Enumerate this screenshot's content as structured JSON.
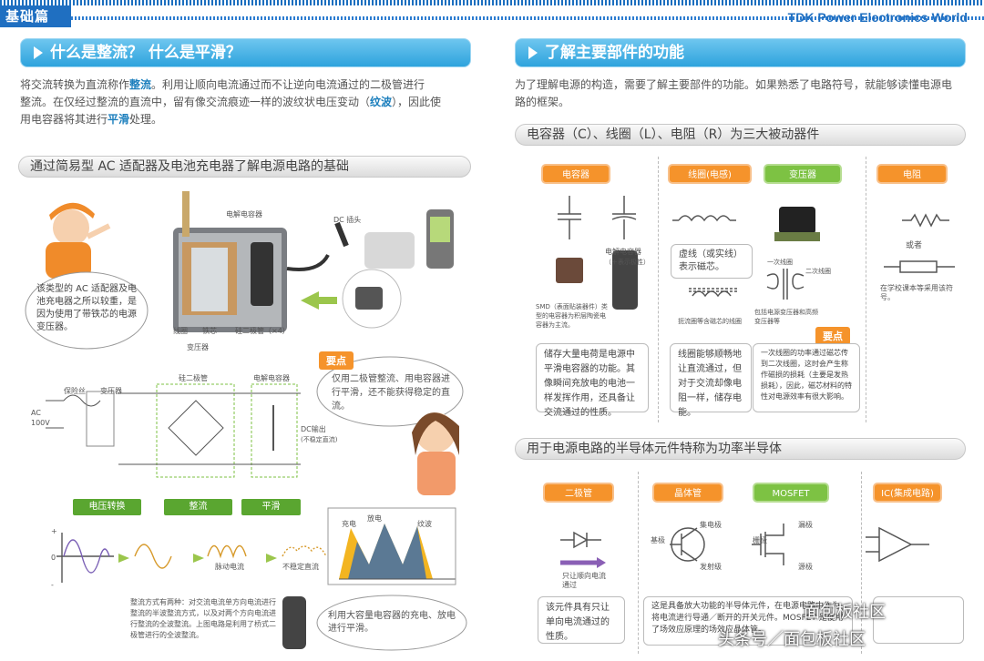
{
  "header": {
    "section": "基础篇",
    "brand": "TDK Power Electronics World"
  },
  "left": {
    "title": "什么是整流？ 什么是平滑？",
    "intro_1a": "将交流转换为直流称作",
    "intro_1b": "整流",
    "intro_1c": "。利用让顺向电流通过而不让逆向电流通过的二极管进行",
    "intro_2a": "整流。在仅经过整流的直流中，留有像交流痕迹一样的波纹状电压变动（",
    "intro_2b": "纹波",
    "intro_2c": "），因此使",
    "intro_3a": "用电容器将其进行",
    "intro_3b": "平滑",
    "intro_3c": "处理。",
    "subhead": "通过简易型 AC 适配器及电池充电器了解电源电路的基础",
    "bubble_text": "该类型的 AC 适配器及电池充电器之所以较重，是因为使用了带铁芯的电源变压器。",
    "lbl_cap": "电解电容器",
    "lbl_dcplug": "DC 插头",
    "lbl_coil": "线圈",
    "lbl_core": "铁芯",
    "lbl_trans": "变压器",
    "lbl_diode": "硅二极管（×4）",
    "point_tag": "要点",
    "point_text": "仅用二极管整流、用电容器进行平滑，还不能获得稳定的直流。",
    "circ_fuse": "保险丝",
    "circ_trans": "变压器",
    "circ_diode": "硅二极管",
    "circ_cap": "电解电容器",
    "circ_ac": "AC",
    "circ_100v": "100V",
    "circ_dcout": "DC输出",
    "circ_dcout2": "(不稳定直流)",
    "tags": [
      "电压转换",
      "整流",
      "平滑"
    ],
    "wave_plus": "+",
    "wave_zero": "0",
    "wave_minus": "-",
    "wave_pulse": "脉动电流",
    "wave_unstable": "不稳定直流",
    "ripple_charge": "充电",
    "ripple_discharge": "放电",
    "ripple_ripple": "纹波",
    "note_text": "整流方式有两种：对交流电流单方向电流进行整流的半波整流方式，以及对两个方向电流进行整流的全波整流。上图电路是利用了桥式二极管进行的全波整流。",
    "bubble2_text": "利用大容量电容器的充电、放电进行平滑。"
  },
  "right": {
    "title": "了解主要部件的功能",
    "intro": "为了理解电源的构造，需要了解主要部件的功能。如果熟悉了电路符号，就能够读懂电源电路的框架。",
    "subhead1": "电容器（C）、线圈（L）、电阻（R）为三大被动器件",
    "tag_cap": "电容器",
    "tag_coil": "线圈(电感)",
    "tag_trans": "变压器",
    "tag_res": "电阻",
    "cap_elec": "电解电容器",
    "cap_elec2": "（＋表示极性）",
    "cap_smd": "SMD（表面贴装器件）类型的电容器为积层陶瓷电容器为主流。",
    "cap_desc": "储存大量电荷是电源中平滑电容器的功能。其像瞬间充放电的电池一样发挥作用，还具备让交流通过的性质。",
    "coil_note": "虚线（或实线）表示磁芯。",
    "coil_choke": "扼流圈等含磁芯的线圈",
    "coil_desc": "线圈能够顺畅地让直流通过，但对于交流却像电阻一样，储存电能。",
    "trans_primary": "一次线圈",
    "trans_secondary": "二次线圈",
    "trans_note": "包括电源变压器和高频变压器等",
    "trans_point": "要点",
    "trans_desc": "一次线圈的功率通过磁芯传到二次线圈，这时会产生称作磁损的损耗（主要是发热损耗），因此，磁芯材料的特性对电源效率有很大影响。",
    "res_or": "或者",
    "res_note": "在学校课本等采用该符号。",
    "subhead2": "用于电源电路的半导体元件特称为功率半导体",
    "tag_diode": "二极管",
    "tag_bjt": "晶体管",
    "tag_mosfet": "MOSFET",
    "tag_ic": "IC(集成电路)",
    "diode_note": "只让顺向电流通过",
    "bjt_c": "集电极",
    "bjt_b": "基极",
    "bjt_e": "发射级",
    "mos_d": "漏极",
    "mos_g": "栅极",
    "mos_s": "源极",
    "diode_desc": "该元件具有只让单向电流通过的性质。",
    "bjt_desc": "这是具备放大功能的半导体元件，在电源电路中作为将电流进行导通／断开的开关元件。MOSFET 是使用了场效应原理的场效应晶体管。",
    "watermark": "头条号／面包板社区",
    "watermark2": "面包板社区"
  },
  "colors": {
    "blue": "#1f6fc1",
    "orange": "#f5932b",
    "green": "#7dc243",
    "ripple": "#f3b521"
  }
}
